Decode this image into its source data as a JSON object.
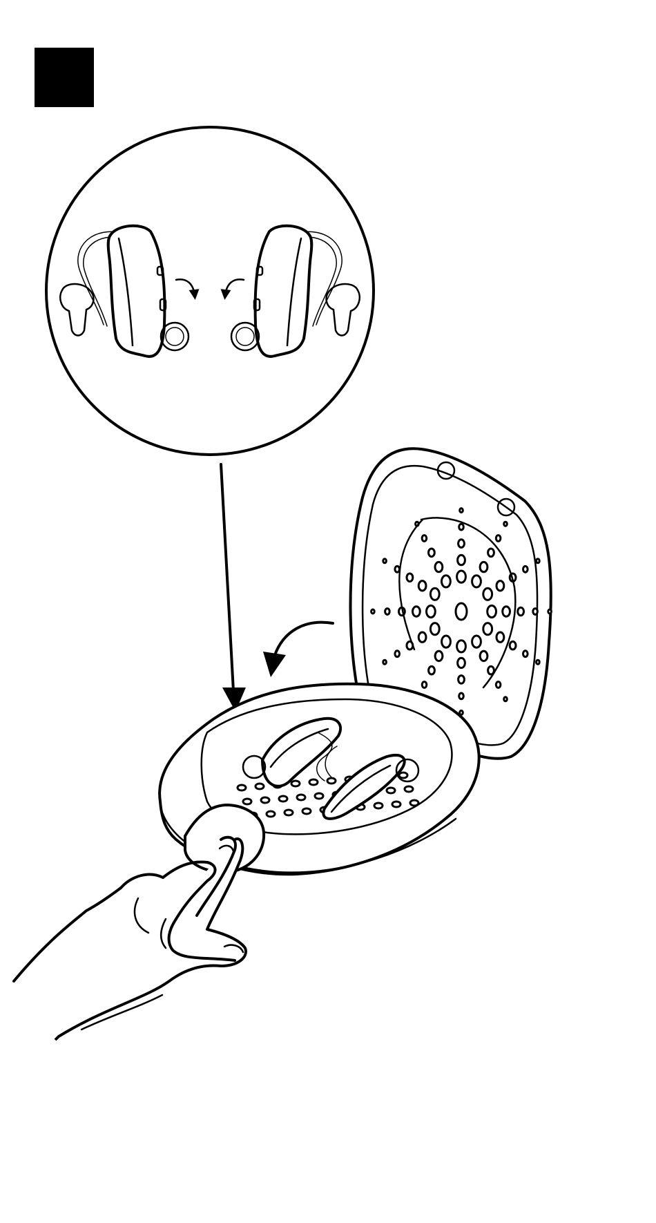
{
  "colors": {
    "ink": "#000000",
    "background": "#ffffff"
  },
  "icons": {
    "step_marker": "black-square",
    "detail_view": "circle-callout",
    "direction": "arrow-icon"
  },
  "illustration": {
    "step_marker": "",
    "callout_items": [
      "left-hearing-aid",
      "right-hearing-aid"
    ],
    "case_items": [
      "charging-case",
      "case-lid",
      "case-base",
      "charging-button",
      "hand"
    ],
    "lid_speaker_holes": 60,
    "base_holes": 30
  }
}
